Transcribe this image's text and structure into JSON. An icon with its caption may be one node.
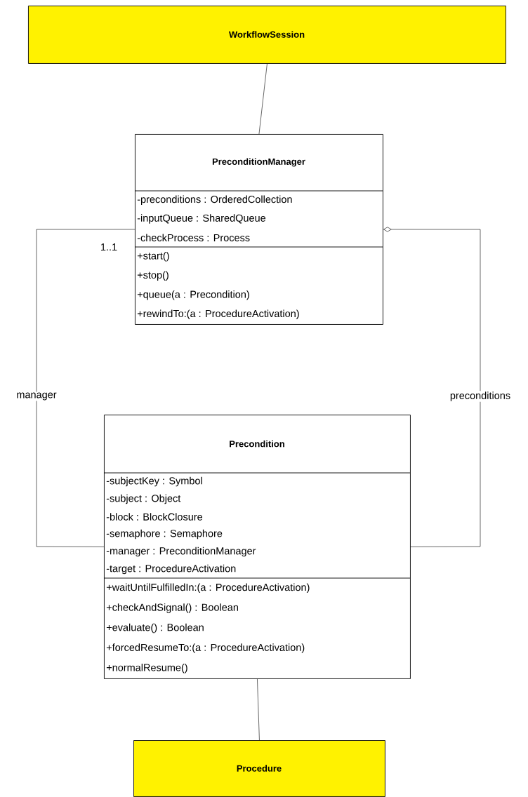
{
  "diagram": {
    "nodes": [
      {
        "text": [
          "WorkflowSession"
        ]
      },
      {
        "text": [
          "PreconditionManager",
          "-preconditions : OrderedCollection",
          "-inputQueue : SharedQueue",
          "-checkProcess : Process",
          "+start()",
          "+stop()",
          "+queue(a : Precondition)",
          "+rewindTo:(a : ProcedureActivation)"
        ]
      },
      {
        "text": [
          "Precondition",
          "-subjectKey : Symbol",
          "-subject : Object",
          "-block : BlockClosure",
          "-semaphore : Semaphore",
          "-manager : PreconditionManager",
          "-target : ProcedureActivation",
          "+waitUntilFulfilledIn:(a : ProcedureActivation)",
          "+checkAndSignal() : Boolean",
          "+evaluate() : Boolean",
          "+forcedResumeTo:(a : ProcedureActivation)",
          "+normalResume()"
        ]
      },
      {
        "text": [
          "Procedure"
        ]
      }
    ],
    "edges": [
      {
        "from": 0,
        "to": 1,
        "arrow": "none"
      },
      {
        "from": 1,
        "to": 2,
        "arrow": "none",
        "label": "manager"
      },
      {
        "from": 2,
        "to": 1,
        "arrow": "other",
        "label": "preconditions"
      },
      {
        "from": 2,
        "to": 3,
        "arrow": "none"
      }
    ],
    "labels": [
      "1..1"
    ]
  }
}
